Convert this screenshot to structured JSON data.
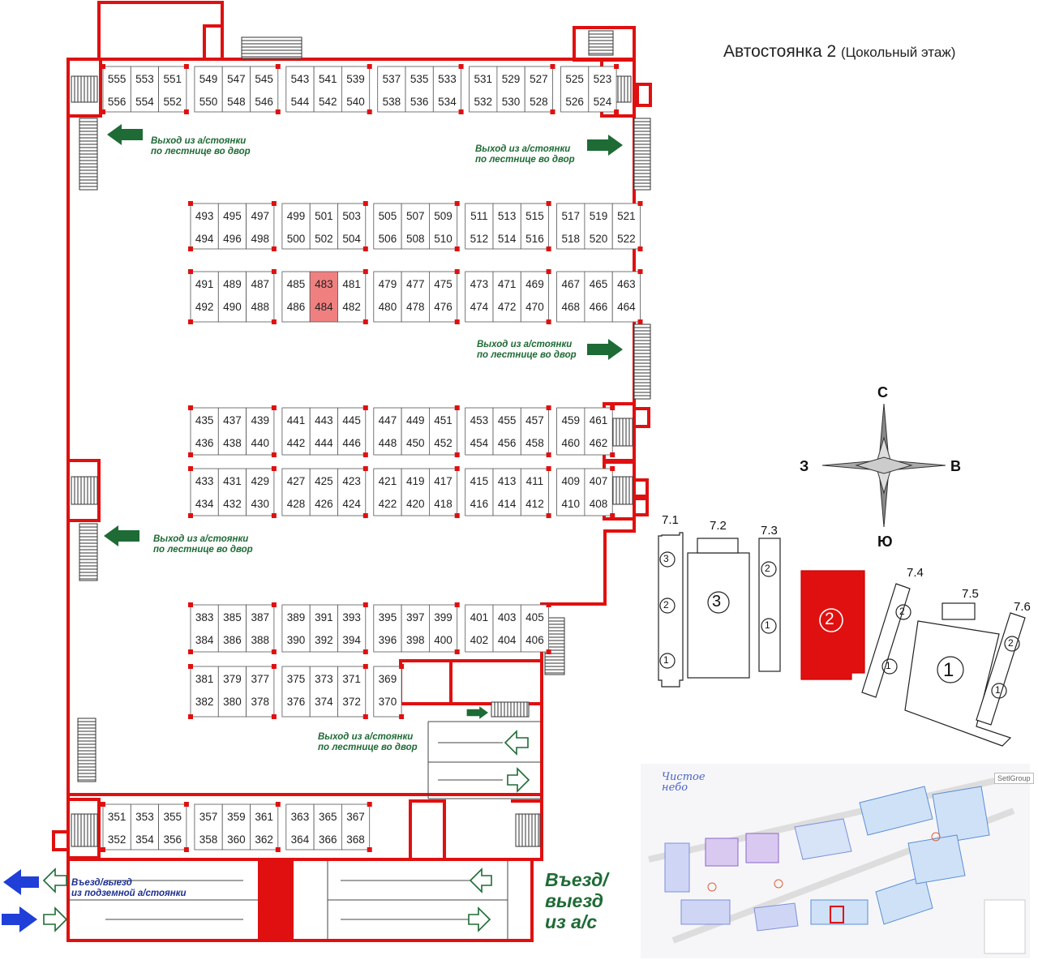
{
  "title": "Автостоянка 2",
  "subtitle": "(Цокольный этаж)",
  "highlight_color": "#f08080",
  "wall_color": "#e01010",
  "exit_arrow_color": "#1e6b35",
  "entry_arrow_color": "#1f3fd8",
  "highlighted_spots": [
    "483",
    "484"
  ],
  "exit_label_l1": "Выход из а/стоянки",
  "exit_label_l2": "по лестнице во двор",
  "entry_label_l1": "Въезд/выезд",
  "entry_label_l2": "из подземной а/стоянки",
  "big_entry": [
    "Въезд/",
    "выезд",
    "из а/с"
  ],
  "compass": {
    "n": "С",
    "s": "Ю",
    "w": "З",
    "e": "В"
  },
  "buildings": [
    "7.1",
    "7.2",
    "7.3",
    "7.4",
    "7.5",
    "7.6"
  ],
  "sections": [
    "1",
    "2",
    "3"
  ],
  "brand": "SetlGroup",
  "site_logo": [
    "Чистое",
    "небо"
  ],
  "spot_rows": [
    {
      "id": "top",
      "top": [
        555,
        553,
        551,
        549,
        547,
        545,
        543,
        541,
        539,
        537,
        535,
        533,
        531,
        529,
        527,
        525,
        523
      ],
      "bottom": [
        556,
        554,
        552,
        550,
        548,
        546,
        544,
        542,
        540,
        538,
        536,
        534,
        532,
        530,
        528,
        526,
        524
      ]
    },
    {
      "id": "r2",
      "top": [
        493,
        495,
        497,
        499,
        501,
        503,
        505,
        507,
        509,
        511,
        513,
        515,
        517,
        519,
        521
      ],
      "bottom": [
        494,
        496,
        498,
        500,
        502,
        504,
        506,
        508,
        510,
        512,
        514,
        516,
        518,
        520,
        522
      ]
    },
    {
      "id": "r3",
      "top": [
        491,
        489,
        487,
        485,
        483,
        481,
        479,
        477,
        475,
        473,
        471,
        469,
        467,
        465,
        463
      ],
      "bottom": [
        492,
        490,
        488,
        486,
        484,
        482,
        480,
        478,
        476,
        474,
        472,
        470,
        468,
        466,
        464
      ]
    },
    {
      "id": "r4",
      "top": [
        435,
        437,
        439,
        441,
        443,
        445,
        447,
        449,
        451,
        453,
        455,
        457,
        459,
        461
      ],
      "bottom": [
        436,
        438,
        440,
        442,
        444,
        446,
        448,
        450,
        452,
        454,
        456,
        458,
        460,
        462
      ]
    },
    {
      "id": "r5",
      "top": [
        433,
        431,
        429,
        427,
        425,
        423,
        421,
        419,
        417,
        415,
        413,
        411,
        409,
        407
      ],
      "bottom": [
        434,
        432,
        430,
        428,
        426,
        424,
        422,
        420,
        418,
        416,
        414,
        412,
        410,
        408
      ]
    },
    {
      "id": "r6",
      "top": [
        383,
        385,
        387,
        389,
        391,
        393,
        395,
        397,
        399,
        401,
        403,
        405
      ],
      "bottom": [
        384,
        386,
        388,
        390,
        392,
        394,
        396,
        398,
        400,
        402,
        404,
        406
      ]
    },
    {
      "id": "r7",
      "top": [
        381,
        379,
        377,
        375,
        373,
        371,
        369
      ],
      "bottom": [
        382,
        380,
        378,
        376,
        374,
        372,
        370
      ]
    },
    {
      "id": "r8",
      "top": [
        351,
        353,
        355,
        357,
        359,
        361,
        363,
        365,
        367
      ],
      "bottom": [
        352,
        354,
        356,
        358,
        360,
        362,
        364,
        366,
        368
      ]
    }
  ]
}
